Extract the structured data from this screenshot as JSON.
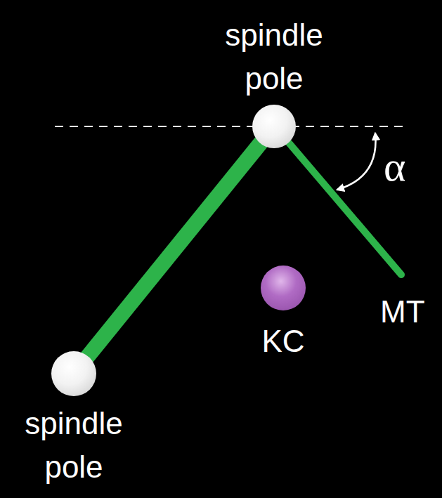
{
  "diagram": {
    "nodes": [
      {
        "text": [
          "spindle pole"
        ]
      },
      {
        "text": [
          "KC"
        ]
      },
      {
        "text": [
          "spindle pole"
        ]
      }
    ],
    "edges": [
      {
        "from": 0,
        "to": 2,
        "arrow": "none"
      }
    ],
    "labels": [
      "α",
      "MT"
    ]
  }
}
